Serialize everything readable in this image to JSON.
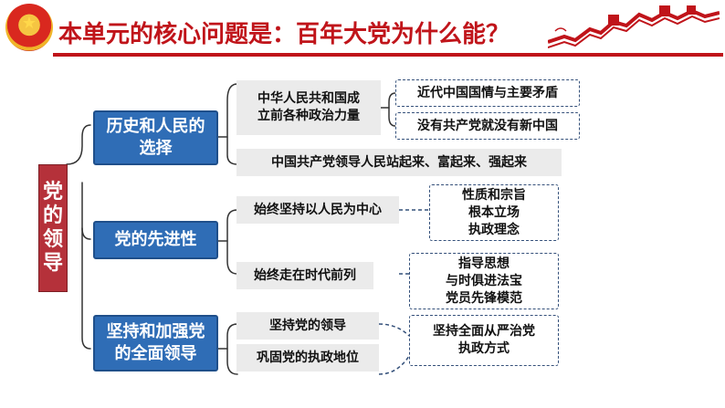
{
  "header": {
    "title": "本单元的核心问题是：百年大党为什么能？",
    "emblem_icon": "national-emblem-icon",
    "decoration_icon": "great-wall-icon",
    "accent_color": "#c0141a"
  },
  "diagram": {
    "root": "党\n的\n领\n导",
    "branches": [
      {
        "label": "历史和人民的\n选择",
        "children": [
          {
            "label": "中华人民共和国成\n立前各种政治力量",
            "details": [
              "近代中国国情与主要矛盾",
              "没有共产党就没有新中国"
            ]
          },
          {
            "label": "中国共产党领导人民站起来、富起来、强起来",
            "details": []
          }
        ]
      },
      {
        "label": "党的先进性",
        "children": [
          {
            "label": "始终坚持以人民为中心",
            "details": [
              "性质和宗旨\n根本立场\n执政理念"
            ]
          },
          {
            "label": "始终走在时代前列",
            "details": [
              "指导思想\n与时俱进法宝\n党员先锋模范"
            ]
          }
        ]
      },
      {
        "label": "坚持和加强党\n的全面领导",
        "children": [
          {
            "label": "坚持党的领导",
            "details": []
          },
          {
            "label": "巩固党的执政地位",
            "details": []
          }
        ],
        "shared_detail": "坚持全面从严治党\n执政方式"
      }
    ]
  },
  "colors": {
    "root_fill": "#b5313a",
    "branch_fill": "#2f6db6",
    "leaf_fill": "#ebebeb",
    "dash_border": "#34507a",
    "connector": "#333333"
  }
}
